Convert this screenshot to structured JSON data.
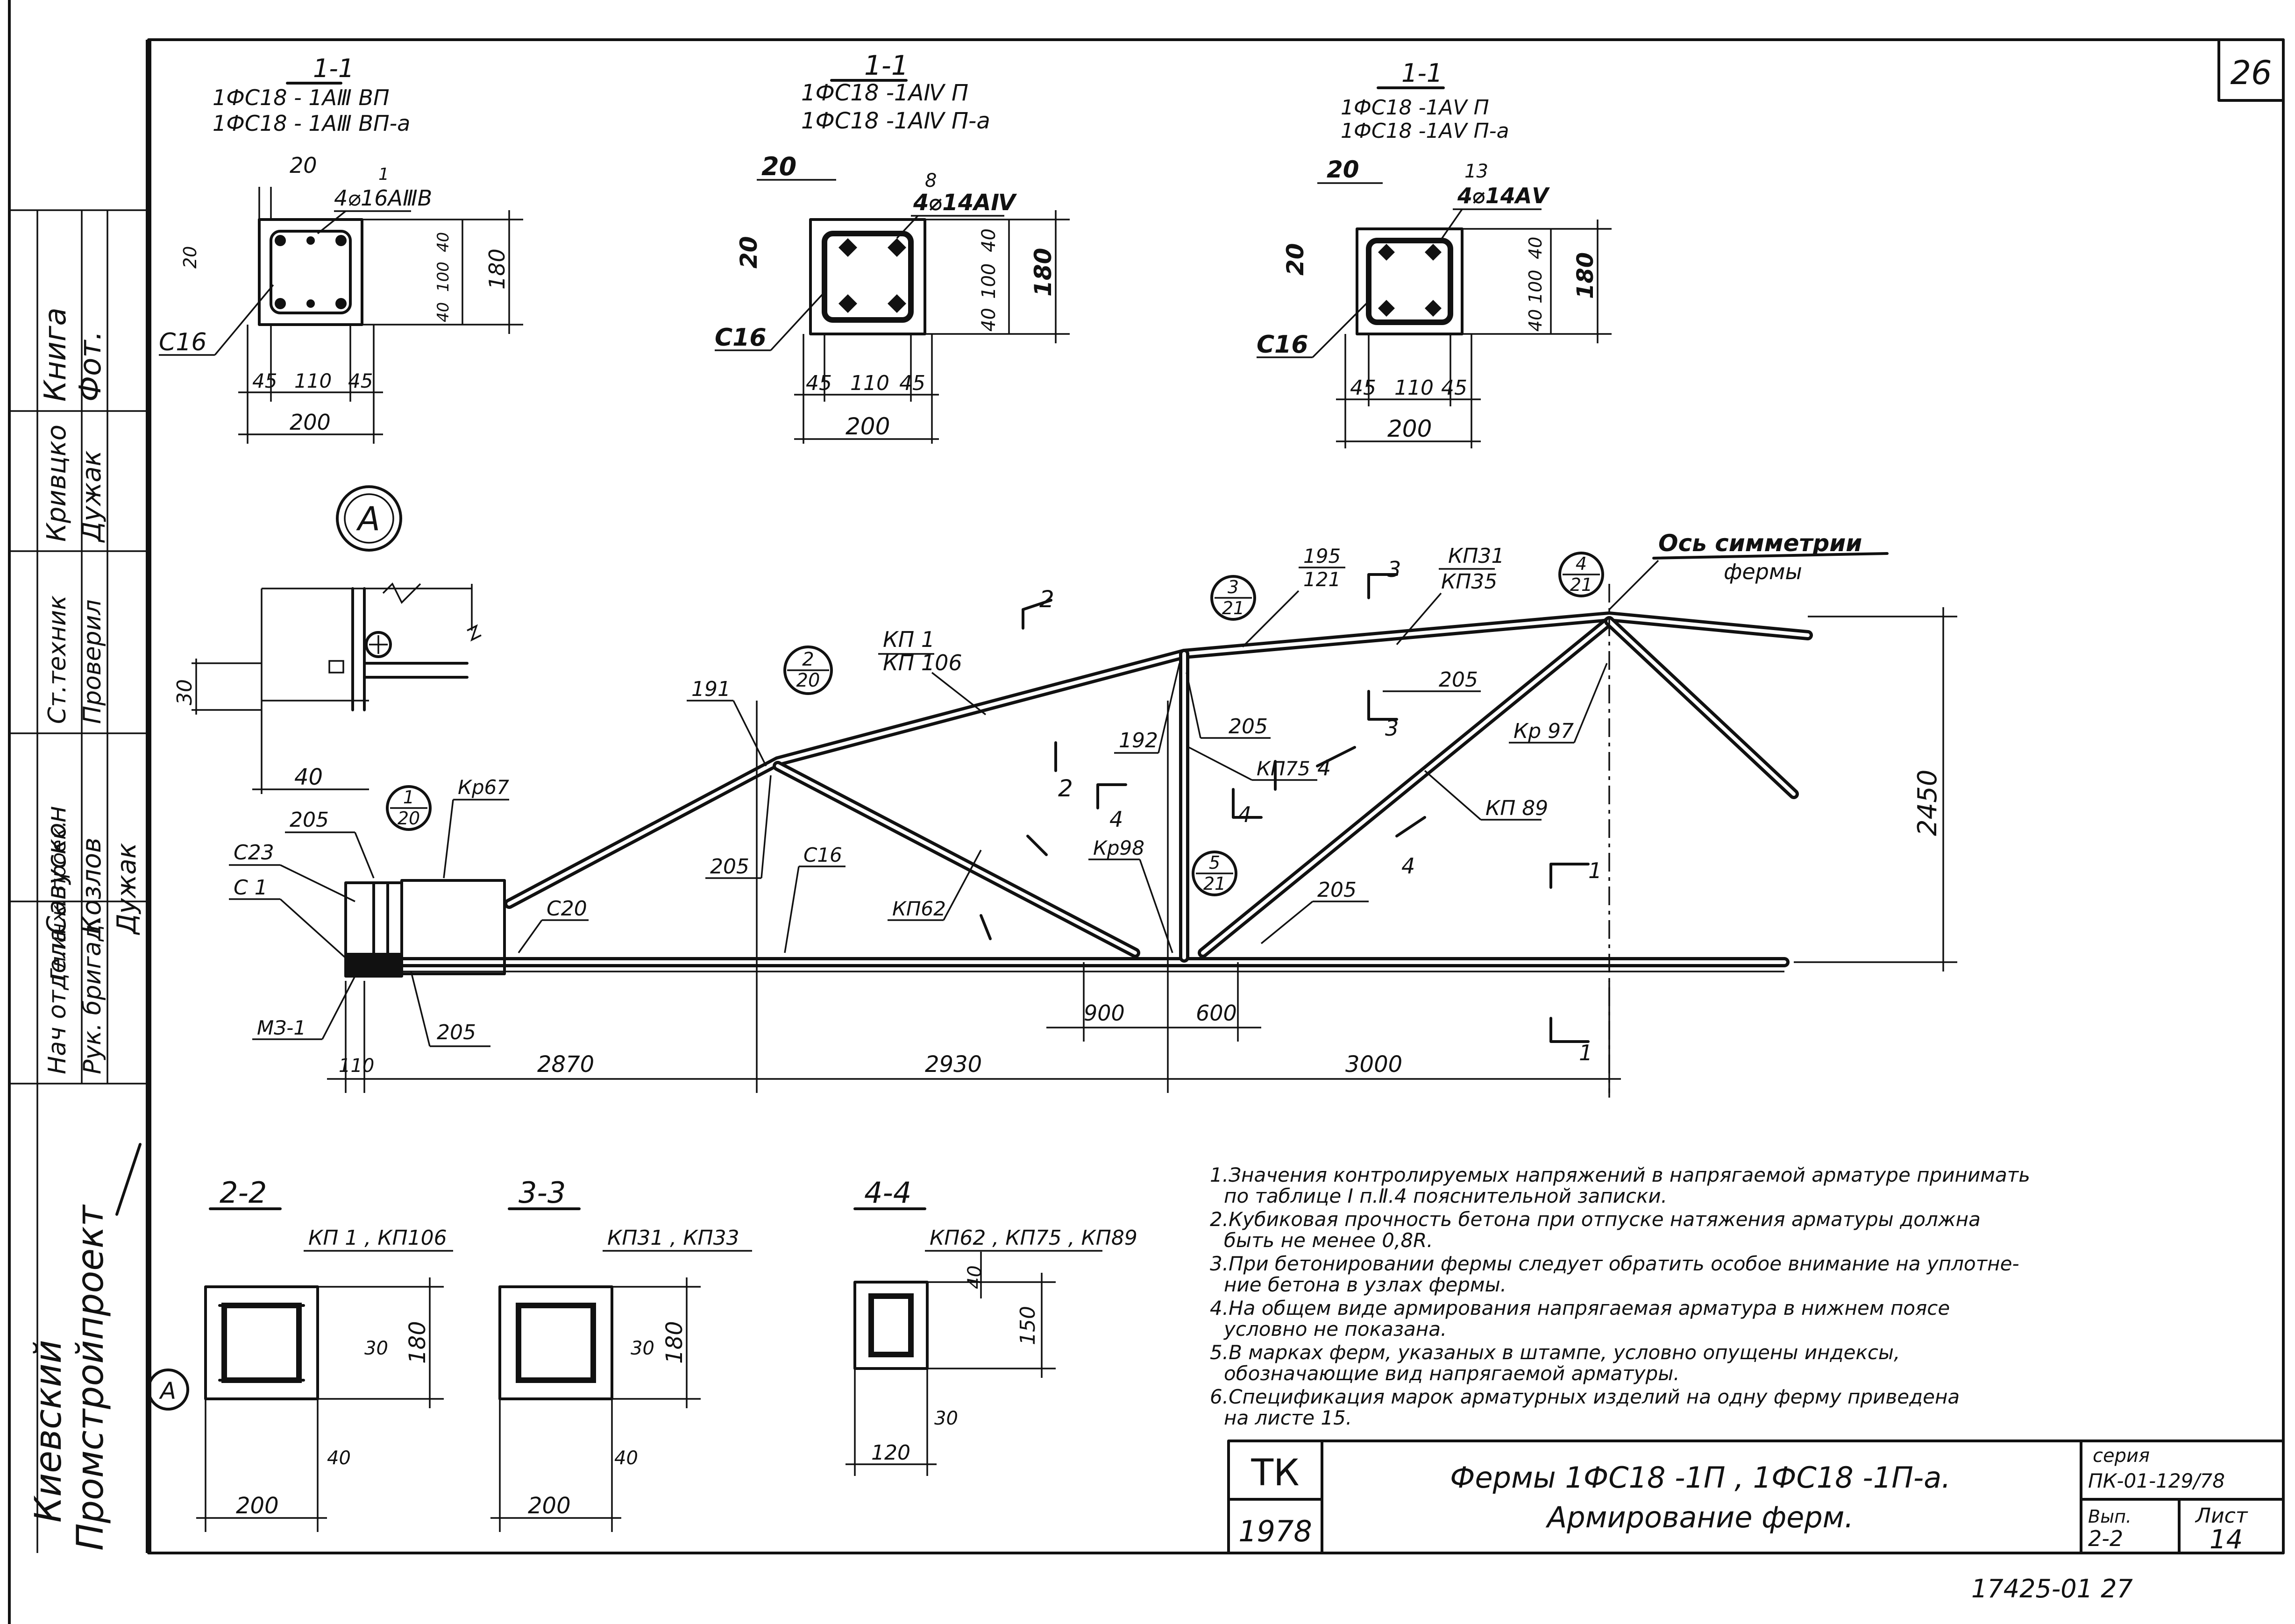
{
  "sheet_number": "26",
  "side_stamp": {
    "col1": [
      "Киевский",
      "Промстройпроект"
    ],
    "roles": [
      "Нач отдела",
      "Гл.инж. проек.",
      "Рук. бригад.",
      "Ст.техник",
      "Проверил"
    ],
    "names": [
      "Савускон",
      "Козлов",
      "Дужак",
      "Кривцко",
      "Дужак"
    ],
    "signatures": [
      "Книга",
      "Фот."
    ]
  },
  "sections_top": [
    {
      "cut": "1-1",
      "marks": [
        "1ФС18 - 1АⅢ ВП",
        "1ФС18 - 1АⅢ ВП-а"
      ],
      "rebar_top": "4⌀16АⅢВ",
      "pos": "1",
      "left_w": "20",
      "top_h": "20",
      "stirrup": "С16",
      "dims": [
        "45",
        "110",
        "45"
      ],
      "width": "200",
      "height": "180",
      "inner": [
        "40",
        "100",
        "40"
      ]
    },
    {
      "cut": "1-1",
      "marks": [
        "1ФС18 -1АⅣ П",
        "1ФС18 -1АⅣ П-а"
      ],
      "rebar_top": "4⌀14АⅣ",
      "pos": "8",
      "left_w": "20",
      "top_h": "20",
      "stirrup": "С16",
      "dims": [
        "45",
        "110",
        "45"
      ],
      "width": "200",
      "height": "180",
      "inner": [
        "40",
        "100",
        "40"
      ]
    },
    {
      "cut": "1-1",
      "marks": [
        "1ФС18 -1АⅤ П",
        "1ФС18 -1АⅤ П-а"
      ],
      "rebar_top": "4⌀14АⅤ",
      "pos": "13",
      "left_w": "20",
      "top_h": "20",
      "stirrup": "С16",
      "dims": [
        "45",
        "110",
        "45"
      ],
      "width": "200",
      "height": "180",
      "inner": [
        "40",
        "100",
        "40"
      ]
    }
  ],
  "detail_a": {
    "label": "А",
    "dim_w": "40",
    "dim_h": "30"
  },
  "truss_labels": {
    "axis_title": "Ось симметрии",
    "axis_title2": "фермы",
    "kp1": "КП 1",
    "kp106": "КП 106",
    "kp31": "КП31",
    "kp35": "КП35",
    "kp75": "КП75",
    "kp89": "КП 89",
    "kp62": "КП62",
    "kr67": "Кр67",
    "kr97": "Кр 97",
    "kr98": "Кр98",
    "c23": "С23",
    "c1": "С 1",
    "c16": "С16",
    "c20": "С20",
    "m31": "МЗ-1",
    "n191": "191",
    "n192": "192",
    "n195": "195",
    "n121": "121",
    "n205": "205",
    "n2": "2",
    "n3": "3",
    "n4": "4",
    "n1": "1"
  },
  "callouts": [
    {
      "top": "1",
      "bottom": "20"
    },
    {
      "top": "2",
      "bottom": "20"
    },
    {
      "top": "3",
      "bottom": "21"
    },
    {
      "top": "4",
      "bottom": "21"
    },
    {
      "top": "5",
      "bottom": "21"
    }
  ],
  "truss_dims": {
    "d110": "110",
    "d2870": "2870",
    "d2930": "2930",
    "d3000": "3000",
    "d900": "900",
    "d600": "600",
    "height": "2450"
  },
  "sections_bottom": [
    {
      "cut": "2-2",
      "label": "КП 1 , КП106",
      "dim_a": "30",
      "dim_h": "180",
      "dim_b": "40",
      "width": "200",
      "mark": "А"
    },
    {
      "cut": "3-3",
      "label": "КП31 , КП33",
      "dim_a": "30",
      "dim_h": "180",
      "dim_b": "40",
      "width": "200"
    },
    {
      "cut": "4-4",
      "label": "КП62 , КП75 , КП89",
      "dim_a": "40",
      "dim_h": "150",
      "dim_b": "30",
      "width": "120"
    }
  ],
  "notes": [
    "1.Значения контролируемых напряжений в напрягаемой арматуре принимать",
    "по таблице I п.Ⅱ.4 пояснительной записки.",
    "2.Кубиковая прочность бетона при отпуске натяжения арматуры должна",
    "быть не менее 0,8R.",
    "3.При бетонировании фермы следует обратить особое внимание на уплотне-",
    "ние бетона в узлах фермы.",
    "4.На общем виде армирования напрягаемая арматура в нижнем поясе",
    "условно не показана.",
    "5.В марках ферм, указаных в штампе, условно опущены индексы,",
    "обозначающие вид напрягаемой арматуры.",
    "6.Спецификация марок арматурных изделий на одну ферму приведена",
    "на листе 15."
  ],
  "title_block": {
    "tk": "ТК",
    "year": "1978",
    "title1": "Фермы 1ФС18 -1П ,   1ФС18 -1П-а.",
    "title2": "Армирование  ферм.",
    "series_label": "серия",
    "series": "ПК-01-129/78",
    "vyp_label": "Вып.",
    "vyp": "2-2",
    "list_label": "Лист",
    "list": "14"
  },
  "footer_code": "17425-01  27"
}
